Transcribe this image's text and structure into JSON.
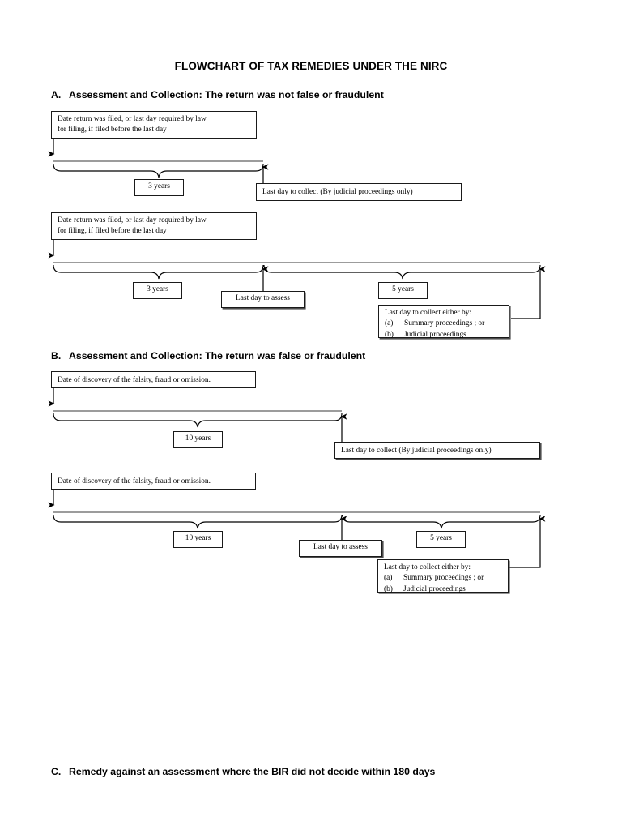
{
  "document": {
    "title": "FLOWCHART OF TAX REMEDIES UNDER THE NIRC"
  },
  "sections": [
    {
      "letter": "A.",
      "heading": "Assessment and Collection: The return was not false or fraudulent",
      "diagrams": [
        {
          "start_box": {
            "line1": "Date return was filed, or last day required by law",
            "line2": "for filing, if filed before the last day"
          },
          "spans": [
            {
              "label": "3 years"
            }
          ],
          "end_box": {
            "line1": "Last day to collect (By judicial proceedings only)"
          }
        },
        {
          "start_box": {
            "line1": "Date return was filed, or last day required by law",
            "line2": "for filing, if filed before the last day"
          },
          "spans": [
            {
              "label": "3 years"
            },
            {
              "label": "5 years"
            }
          ],
          "midpoint_box": {
            "line1": "Last day to assess"
          },
          "end_box": {
            "line1": "Last day to collect either by:",
            "item_a_marker": "(a)",
            "item_a": "Summary proceedings ; or",
            "item_b_marker": "(b)",
            "item_b": "Judicial proceedings"
          }
        }
      ]
    },
    {
      "letter": "B.",
      "heading": "Assessment and Collection: The return was false or fraudulent",
      "diagrams": [
        {
          "start_box": {
            "line1": "Date of discovery of the falsity, fraud or omission."
          },
          "spans": [
            {
              "label": "10 years"
            }
          ],
          "end_box": {
            "line1": "Last day to collect (By judicial proceedings only)"
          }
        },
        {
          "start_box": {
            "line1": "Date of discovery of the falsity, fraud or omission."
          },
          "spans": [
            {
              "label": "10 years"
            },
            {
              "label": "5 years"
            }
          ],
          "midpoint_box": {
            "line1": "Last day to assess"
          },
          "end_box": {
            "line1": "Last day to collect either by:",
            "item_a_marker": "(a)",
            "item_a": "Summary proceedings ; or",
            "item_b_marker": "(b)",
            "item_b": "Judicial proceedings"
          }
        }
      ]
    },
    {
      "letter": "C.",
      "heading": "Remedy against an assessment where the BIR did not decide within 180 days",
      "diagrams": []
    }
  ],
  "colors": {
    "ink": "#000000",
    "line": "#1a1a1a",
    "shadow": "#4d4d4d",
    "paper": "#ffffff"
  }
}
